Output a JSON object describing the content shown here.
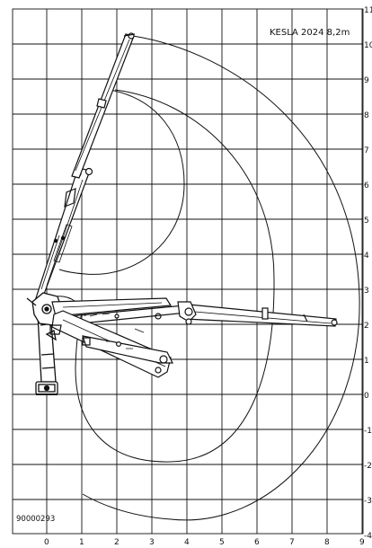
{
  "title": "KESLA 2024 8,2m",
  "drawing_number": "90000293",
  "x_ticks": [
    "0",
    "1",
    "2",
    "3",
    "4",
    "5",
    "6",
    "7",
    "8",
    "9"
  ],
  "y_ticks": [
    "11",
    "10",
    "9",
    "8",
    "7",
    "6",
    "5",
    "4",
    "3",
    "2",
    "1",
    "0",
    "-1",
    "-2",
    "-3",
    "-4"
  ],
  "colors": {
    "ink": "#111111",
    "grid": "#111111",
    "background": "#ffffff"
  }
}
